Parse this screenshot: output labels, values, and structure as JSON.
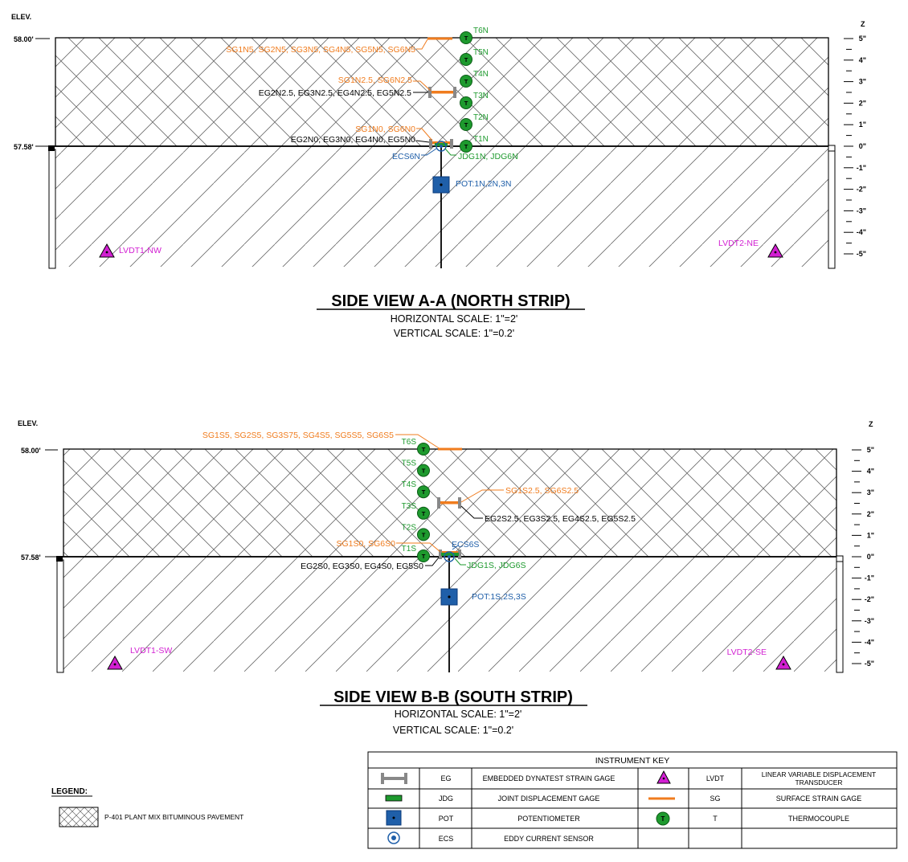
{
  "colors": {
    "orange": "#f07c1e",
    "green": "#1e9a2e",
    "blue": "#1f5fa9",
    "magenta": "#d21fd2",
    "black": "#000000"
  },
  "north": {
    "elev_label": "ELEV.",
    "elev_top": "58.00'",
    "elev_base": "57.58'",
    "z_label": "Z",
    "z_ticks": [
      "5\"",
      "4\"",
      "3\"",
      "2\"",
      "1\"",
      "0\"",
      "-1\"",
      "-2\"",
      "-3\"",
      "-4\"",
      "-5\""
    ],
    "thermocouples": [
      "T6N",
      "T5N",
      "T4N",
      "T3N",
      "T2N",
      "T1N"
    ],
    "sg_top": "SG1N5, SG2N5, SG3N5, SG4N5, SG5N5, SG6N5",
    "sg_mid": "SG1N2.5, SG6N2.5",
    "eg_mid": "EG2N2.5, EG3N2.5, EG4N2.5, EG5N2.5",
    "sg_bot": "SG1N0, SG6N0",
    "eg_bot": "EG2N0, EG3N0, EG4N0, EG5N0",
    "ecs": "ECS6N",
    "jdg": "JDG1N, JDG6N",
    "pot": "POT:1N,2N,3N",
    "lvdt_left": "LVDT1-NW",
    "lvdt_right": "LVDT2-NE",
    "title": "SIDE VIEW A-A (NORTH STRIP)",
    "hscale": "HORIZONTAL SCALE: 1\"=2'",
    "vscale": "VERTICAL SCALE: 1\"=0.2'"
  },
  "south": {
    "elev_label": "ELEV.",
    "elev_top": "58.00'",
    "elev_base": "57.58'",
    "z_label": "Z",
    "z_ticks": [
      "5\"",
      "4\"",
      "3\"",
      "2\"",
      "1\"",
      "0\"",
      "-1\"",
      "-2\"",
      "-3\"",
      "-4\"",
      "-5\""
    ],
    "thermocouples": [
      "T6S",
      "T5S",
      "T4S",
      "T3S",
      "T2S",
      "T1S"
    ],
    "sg_top": "SG1S5, SG2S5, SG3S75, SG4S5, SG5S5, SG6S5",
    "sg_mid": "SG1S2.5, SG6S2.5",
    "eg_mid": "EG2S2.5, EG3S2.5, EG4S2.5, EG5S2.5",
    "sg_bot": "SG1S0, SG6S0",
    "eg_bot": "EG2S0, EG3S0, EG4S0, EG5S0",
    "ecs": "ECS6S",
    "jdg": "JDG1S, JDG6S",
    "pot": "POT:1S,2S,3S",
    "lvdt_left": "LVDT1-SW",
    "lvdt_right": "LVDT2-SE",
    "title": "SIDE VIEW B-B (SOUTH STRIP)",
    "hscale": "HORIZONTAL SCALE: 1\"=2'",
    "vscale": "VERTICAL SCALE: 1\"=0.2'"
  },
  "legend": {
    "title": "LEGEND:",
    "item": "P-401 PLANT MIX BITUMINOUS PAVEMENT"
  },
  "key": {
    "title": "INSTRUMENT KEY",
    "rows": [
      {
        "left_code": "EG",
        "left_desc": "EMBEDDED DYNATEST STRAIN GAGE",
        "left_icon": "embedded-strain-gage-icon",
        "right_code": "LVDT",
        "right_desc": "LINEAR VARIABLE DISPLACEMENT TRANSDUCER",
        "right_icon": "lvdt-triangle-icon"
      },
      {
        "left_code": "JDG",
        "left_desc": "JOINT DISPLACEMENT GAGE",
        "left_icon": "joint-displacement-gage-icon",
        "right_code": "SG",
        "right_desc": "SURFACE STRAIN GAGE",
        "right_icon": "surface-strain-gage-icon"
      },
      {
        "left_code": "POT",
        "left_desc": "POTENTIOMETER",
        "left_icon": "potentiometer-icon",
        "right_code": "T",
        "right_desc": "THERMOCOUPLE",
        "right_icon": "thermocouple-icon"
      },
      {
        "left_code": "ECS",
        "left_desc": "EDDY CURRENT SENSOR",
        "left_icon": "eddy-current-sensor-icon",
        "right_code": "",
        "right_desc": "",
        "right_icon": ""
      }
    ]
  }
}
